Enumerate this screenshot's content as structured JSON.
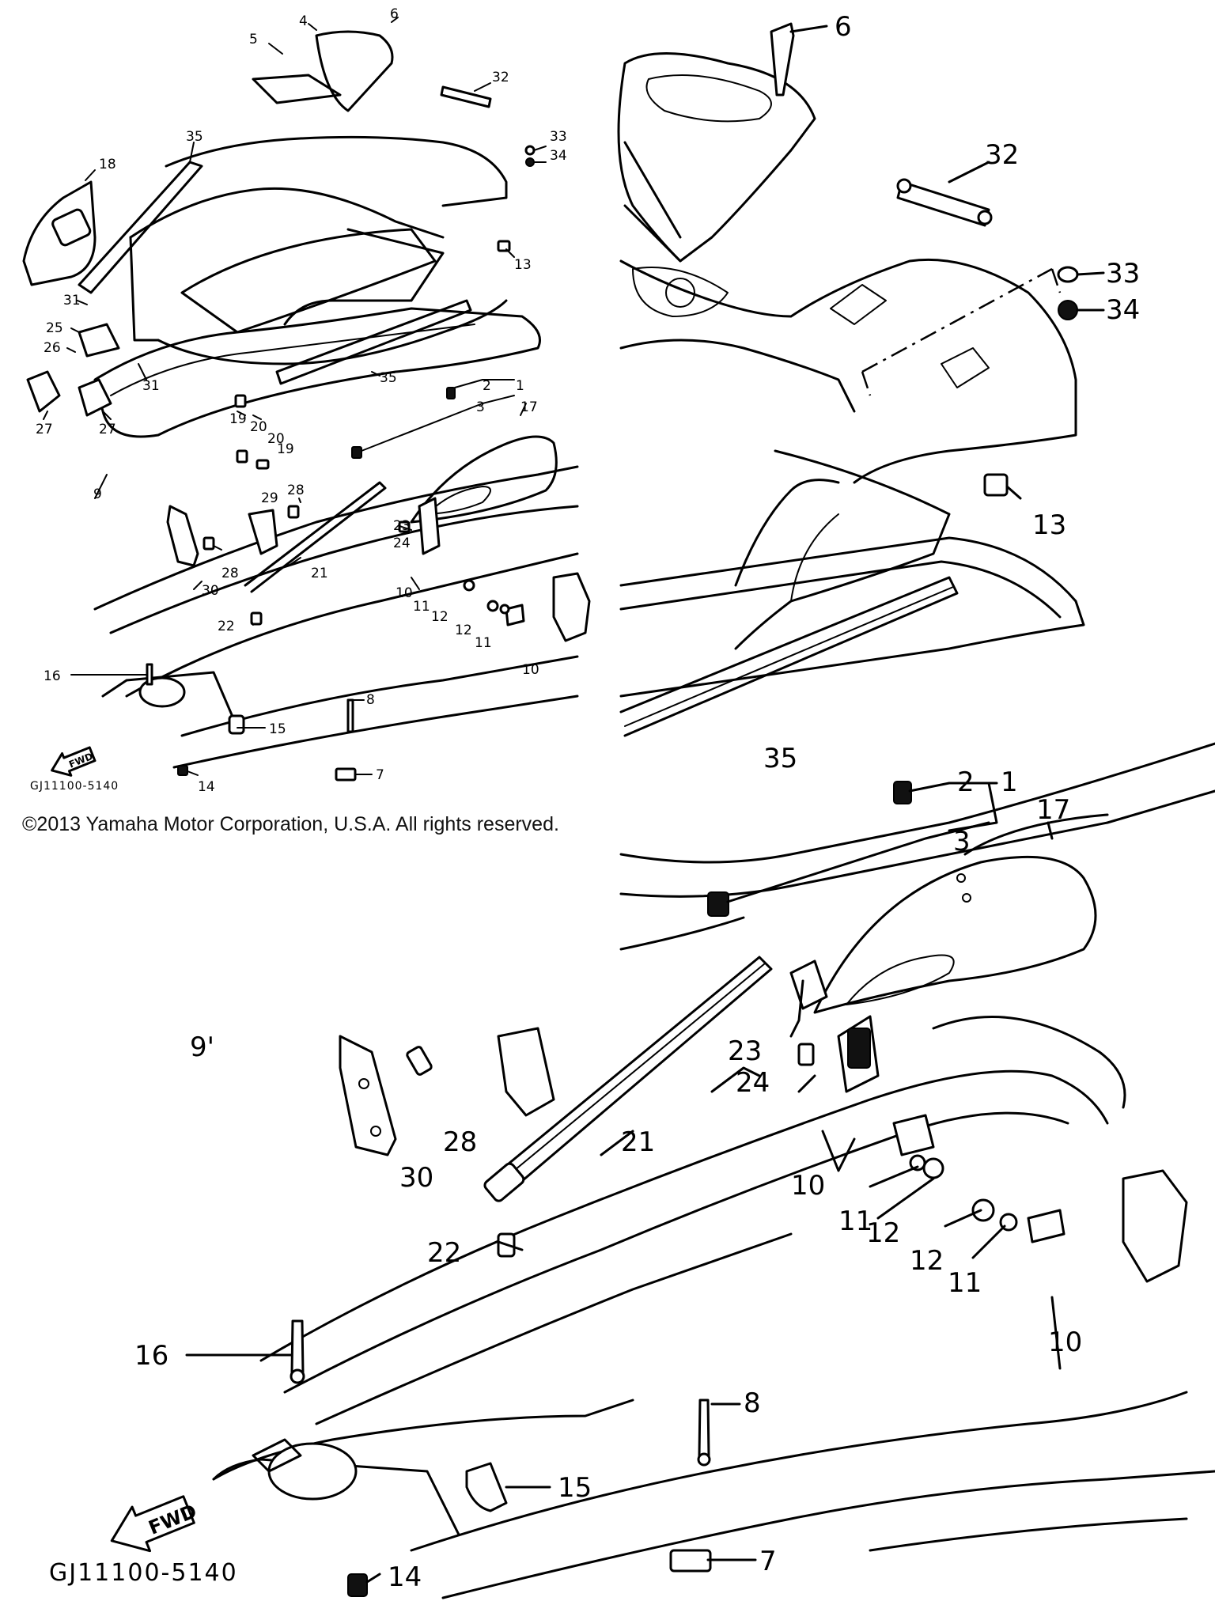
{
  "diagram": {
    "part_code_large": "GJ11100-5140",
    "part_code_small": "GJ11100-5140",
    "fwd_label": "FWD",
    "copyright": "©2013 Yamaha Motor Corporation, U.S.A. All rights reserved.",
    "callouts_large": {
      "c6": "6",
      "c32": "32",
      "c33": "33",
      "c34": "34",
      "c13": "13",
      "c35": "35",
      "c2": "2",
      "c1": "1",
      "c3": "3",
      "c17": "17",
      "c9": "9'",
      "c23": "23",
      "c24": "24",
      "c28": "28",
      "c30": "30",
      "c21": "21",
      "c10a": "10",
      "c11a": "11",
      "c12a": "12",
      "c22": "22",
      "c12b": "12",
      "c11b": "11",
      "c10b": "10",
      "c16": "16",
      "c15": "15",
      "c8": "8",
      "c7": "7",
      "c14": "14"
    },
    "callouts_small": {
      "c4": "4",
      "c6": "6",
      "c5": "5",
      "c32": "32",
      "c33": "33",
      "c34": "34",
      "c35a": "35",
      "c18": "18",
      "c13": "13",
      "c31a": "31",
      "c25": "25",
      "c26": "26",
      "c31b": "31",
      "c27a": "27",
      "c27b": "27",
      "c35b": "35",
      "c2": "2",
      "c1": "1",
      "c3": "3",
      "c17": "17",
      "c19a": "19",
      "c20a": "20",
      "c20b": "20",
      "c19b": "19",
      "c9": "9",
      "c29": "29",
      "c28a": "28",
      "c23": "23",
      "c24": "24",
      "c21": "21",
      "c28b": "28",
      "c30": "30",
      "c10a": "10",
      "c11a": "11",
      "c12a": "12",
      "c22": "22",
      "c12b": "12",
      "c11b": "11",
      "c10b": "10",
      "c16": "16",
      "c8": "8",
      "c15": "15",
      "c7": "7",
      "c14": "14"
    }
  }
}
